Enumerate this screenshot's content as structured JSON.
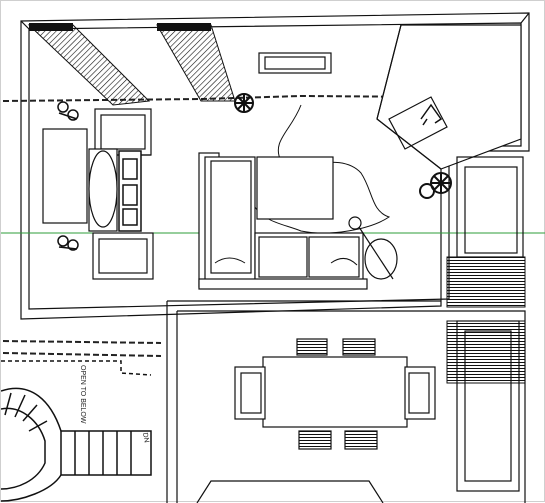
{
  "image": {
    "kind": "hand-sketched 3D floor plan render",
    "background_color": "#ffffff",
    "line_color": "#111111",
    "guide_line_color": "#2e9e3a"
  },
  "rooms": {
    "living_room": {
      "furniture": [
        "window-curtains",
        "skylight",
        "armchair",
        "armchair",
        "ottoman",
        "sideboard",
        "wall-art",
        "potted-plant",
        "potted-plant",
        "sectional-sofa",
        "coffee-table",
        "floor-lamp",
        "fireplace-corner",
        "throw-rug",
        "cushions"
      ]
    },
    "dining_room": {
      "furniture": [
        "dining-table",
        "chair",
        "chair",
        "chair",
        "chair",
        "bench",
        "bench",
        "window-blinds"
      ]
    },
    "stair_hall": {
      "furniture": [
        "spiral-stair"
      ],
      "handwritten_notes": [
        "OPEN TO BELOW",
        "DN"
      ]
    }
  }
}
